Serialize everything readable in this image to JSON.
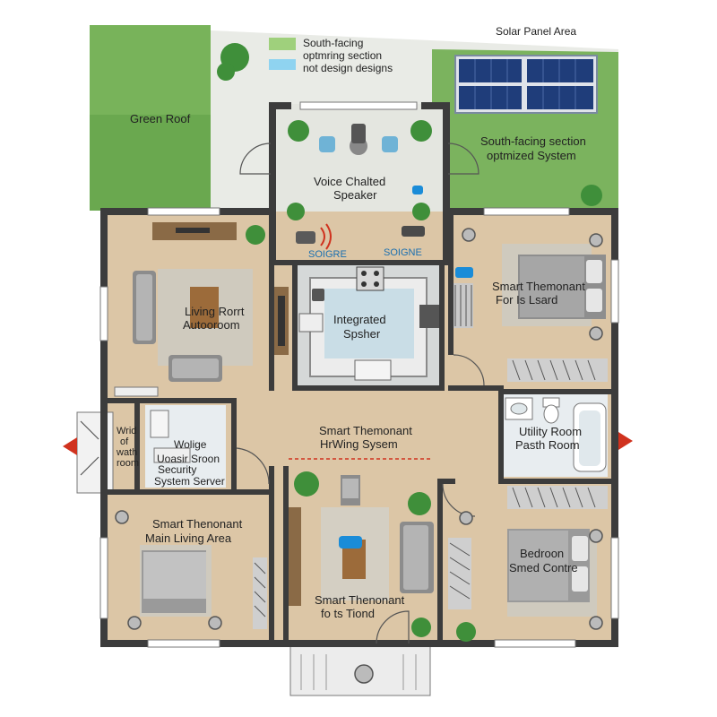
{
  "legend": {
    "items": [
      {
        "color": "#9fd07c",
        "lines": [
          "South-facing",
          "optmring section"
        ]
      },
      {
        "color": "#8fd3f0",
        "lines": [
          "not design designs"
        ]
      }
    ]
  },
  "labels": {
    "solar_panel_area": "Solar Panel Area",
    "green_roof": "Green Roof",
    "south_facing": [
      "South-facing section",
      "optmized System"
    ],
    "voice_speaker": [
      "Voice Chalted",
      "Speaker"
    ],
    "speaker_tag_left": "SOIGRE",
    "speaker_tag_right": "SOIGNE",
    "living_room": [
      "Living Rorrt",
      "Autooroom"
    ],
    "integrated": [
      "Integrated",
      "Spsher"
    ],
    "bedroom_top": [
      "Smart Themonant",
      "For Is Lsard"
    ],
    "hallway": [
      "Smart Themonant",
      "HrWing Sysem"
    ],
    "wash_room": [
      "Wrid",
      "of",
      "wath",
      "room"
    ],
    "security": [
      "Wolige",
      "Uoasir Sroon",
      "Security",
      "System Server"
    ],
    "utility": [
      "Utility Room",
      "Pasth Room"
    ],
    "main_living": [
      "Smart Thenonant",
      "Main Living Area"
    ],
    "center_room": [
      "Smart Thenonant",
      "fo ts Tiond"
    ],
    "bedroom_right": [
      "Bedroon",
      "Smed Contre"
    ]
  },
  "colors": {
    "wall": "#3c3c3c",
    "floor": "#dcc6a6",
    "grass": "#6aa84f",
    "solar": "#1f3d7a",
    "entry_arrow": "#d0321e",
    "hallway_arrow": "#d0321e"
  },
  "icons": [
    "solar-panel-icon",
    "plant-icon",
    "speaker-icon",
    "camera-icon",
    "sofa-icon",
    "bed-icon",
    "toilet-icon",
    "bathtub-icon",
    "sink-icon",
    "thermostat-icon",
    "entry-arrow-icon",
    "door-icon",
    "window-icon"
  ]
}
